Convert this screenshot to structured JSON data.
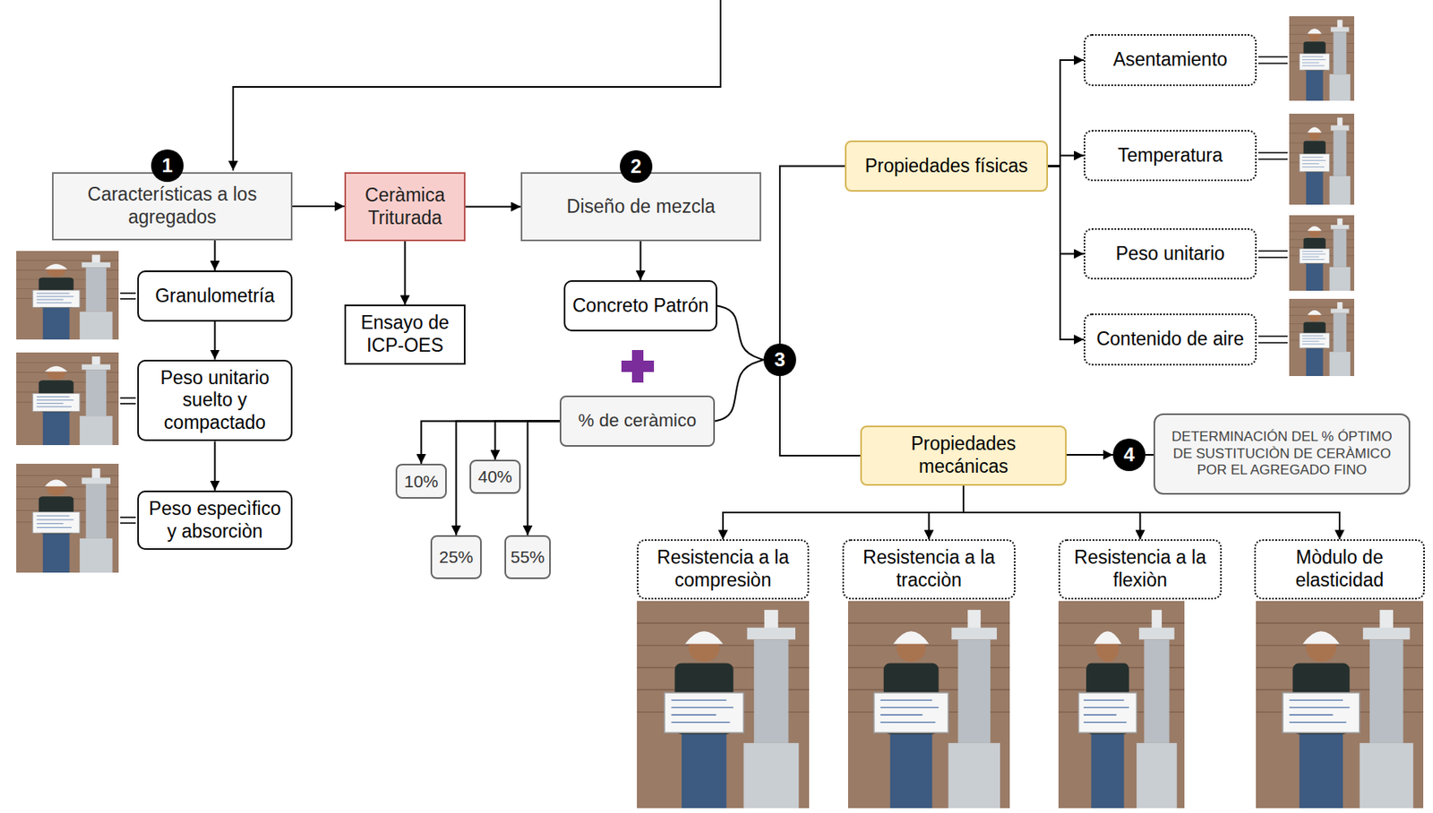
{
  "diagram": {
    "nodes": [
      {
        "text": [
          "1"
        ]
      },
      {
        "text": [
          "Características a los agregados"
        ]
      },
      {
        "text": [
          "Granulometría"
        ]
      },
      {
        "text": [
          "Peso unitario suelto y compactado"
        ]
      },
      {
        "text": [
          "Peso especìfico y absorciòn"
        ]
      },
      {
        "text": [
          "Ceràmica Triturada"
        ]
      },
      {
        "text": [
          "Ensayo de ICP-OES"
        ]
      },
      {
        "text": [
          "2"
        ]
      },
      {
        "text": [
          "Diseño de mezcla"
        ]
      },
      {
        "text": [
          "Concreto Patrón"
        ]
      },
      {
        "text": [
          "% de ceràmico"
        ]
      },
      {
        "text": [
          "10%"
        ]
      },
      {
        "text": [
          "40%"
        ]
      },
      {
        "text": [
          "25%"
        ]
      },
      {
        "text": [
          "55%"
        ]
      },
      {
        "text": [
          "3"
        ]
      },
      {
        "text": [
          "Propiedades físicas"
        ]
      },
      {
        "text": [
          "Asentamiento"
        ]
      },
      {
        "text": [
          "Temperatura"
        ]
      },
      {
        "text": [
          "Peso unitario"
        ]
      },
      {
        "text": [
          "Contenido de aire"
        ]
      },
      {
        "text": [
          "Propiedades mecánicas"
        ]
      },
      {
        "text": [
          "4"
        ]
      },
      {
        "text": [
          "DETERMINACIÓN DEL % ÓPTIMO DE SUSTITUCIÒN DE CERÀMICO POR EL AGREGADO FINO"
        ]
      },
      {
        "text": [
          "Resistencia a la compresiòn"
        ]
      },
      {
        "text": [
          "Resistencia a la tracciòn"
        ]
      },
      {
        "text": [
          "Resistencia a la flexiòn"
        ]
      },
      {
        "text": [
          "Mòdulo de elasticidad"
        ]
      }
    ],
    "edges": [
      {
        "from": 1,
        "to": 2,
        "arrow": "to"
      },
      {
        "from": 2,
        "to": 3,
        "arrow": "to"
      },
      {
        "from": 3,
        "to": 4,
        "arrow": "to"
      },
      {
        "from": 1,
        "to": 5,
        "arrow": "to"
      },
      {
        "from": 5,
        "to": 6,
        "arrow": "to"
      },
      {
        "from": 5,
        "to": 8,
        "arrow": "to"
      },
      {
        "from": 8,
        "to": 9,
        "arrow": "to"
      },
      {
        "from": 10,
        "to": 11,
        "arrow": "to"
      },
      {
        "from": 10,
        "to": 12,
        "arrow": "to"
      },
      {
        "from": 10,
        "to": 13,
        "arrow": "to"
      },
      {
        "from": 10,
        "to": 14,
        "arrow": "to"
      },
      {
        "from": 9,
        "to": 15,
        "arrow": "none"
      },
      {
        "from": 10,
        "to": 15,
        "arrow": "none"
      },
      {
        "from": 15,
        "to": 16,
        "arrow": "none"
      },
      {
        "from": 15,
        "to": 21,
        "arrow": "none"
      },
      {
        "from": 16,
        "to": 17,
        "arrow": "to"
      },
      {
        "from": 16,
        "to": 18,
        "arrow": "to"
      },
      {
        "from": 16,
        "to": 19,
        "arrow": "to"
      },
      {
        "from": 16,
        "to": 20,
        "arrow": "to"
      },
      {
        "from": 21,
        "to": 22,
        "arrow": "to"
      },
      {
        "from": 22,
        "to": 23,
        "arrow": "none"
      },
      {
        "from": 21,
        "to": 24,
        "arrow": "to"
      },
      {
        "from": 21,
        "to": 25,
        "arrow": "to"
      },
      {
        "from": 21,
        "to": 26,
        "arrow": "to"
      },
      {
        "from": 21,
        "to": 27,
        "arrow": "to"
      }
    ]
  }
}
